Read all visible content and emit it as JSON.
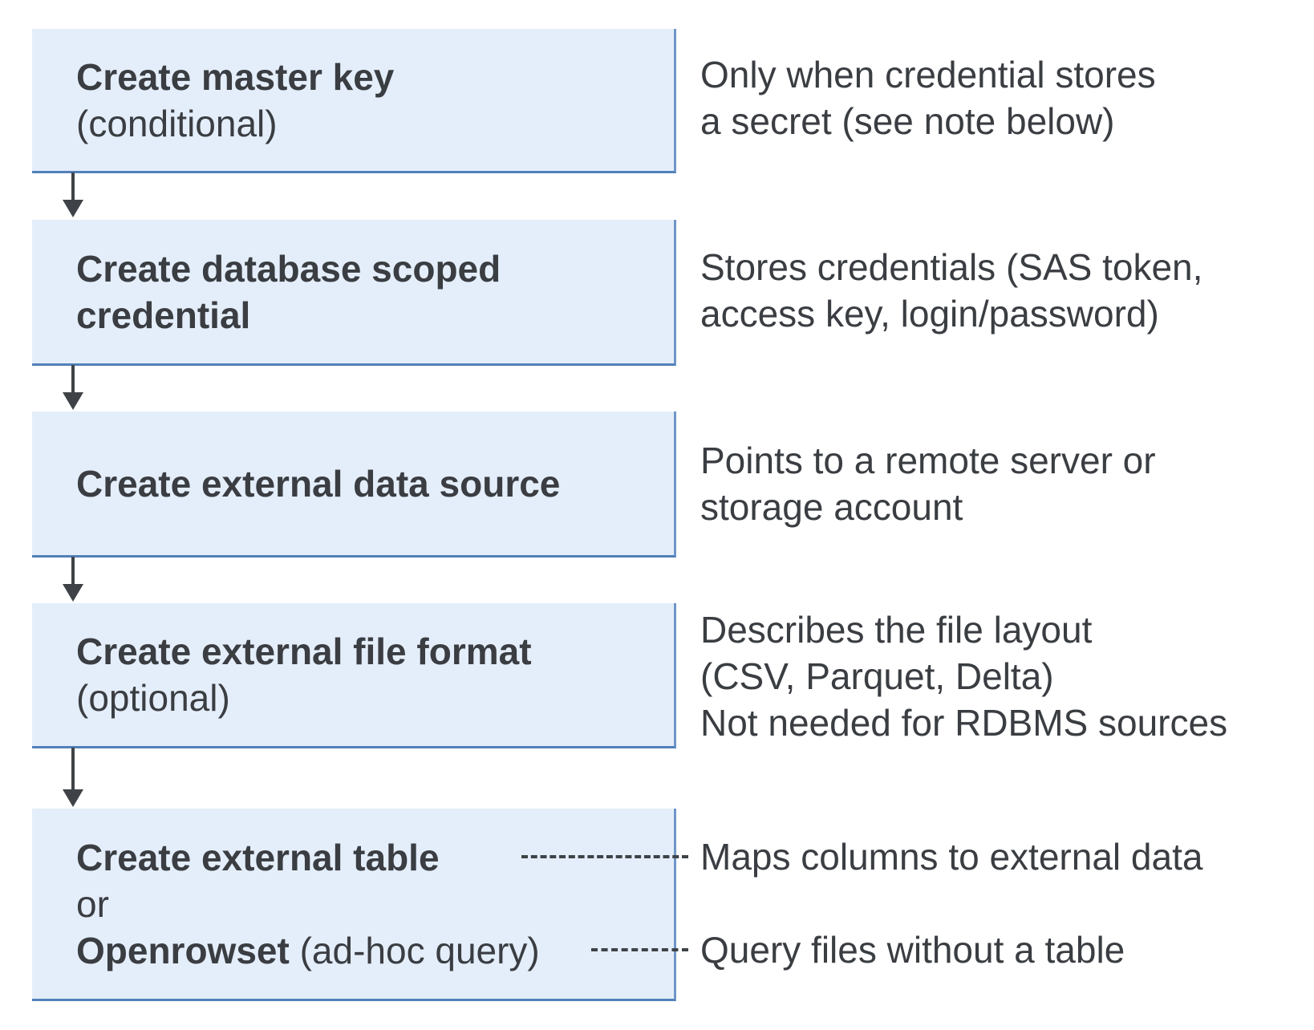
{
  "colors": {
    "box_fill": "#e4eefa",
    "box_border_right": "#7096c8",
    "box_border_bottom": "#5180b8",
    "arrow": "#3f4347",
    "text": "#3a3d42",
    "dash": "#3f4347"
  },
  "flow": [
    {
      "title": "Create master key",
      "subtitle": "(conditional)",
      "annotation_lines": [
        "Only when credential stores",
        "a secret (see note below)"
      ]
    },
    {
      "title": "Create database scoped credential",
      "annotation_lines": [
        "Stores credentials (SAS token,",
        "access key, login/password)"
      ]
    },
    {
      "title": "Create external data source",
      "annotation_lines": [
        "Points to a remote server or",
        "storage account"
      ]
    },
    {
      "title": "Create external file format",
      "subtitle": "(optional)",
      "annotation_lines": [
        "Describes the file layout",
        "(CSV, Parquet, Delta)",
        "Not needed for RDBMS sources"
      ]
    },
    {
      "title": "Create external table",
      "or_label": "or",
      "alt_title_bold": "Openrowset",
      "alt_title_rest": " (ad-hoc query)",
      "annotation_table": "Maps columns to external data",
      "annotation_openrowset": "Query files without a table"
    }
  ]
}
